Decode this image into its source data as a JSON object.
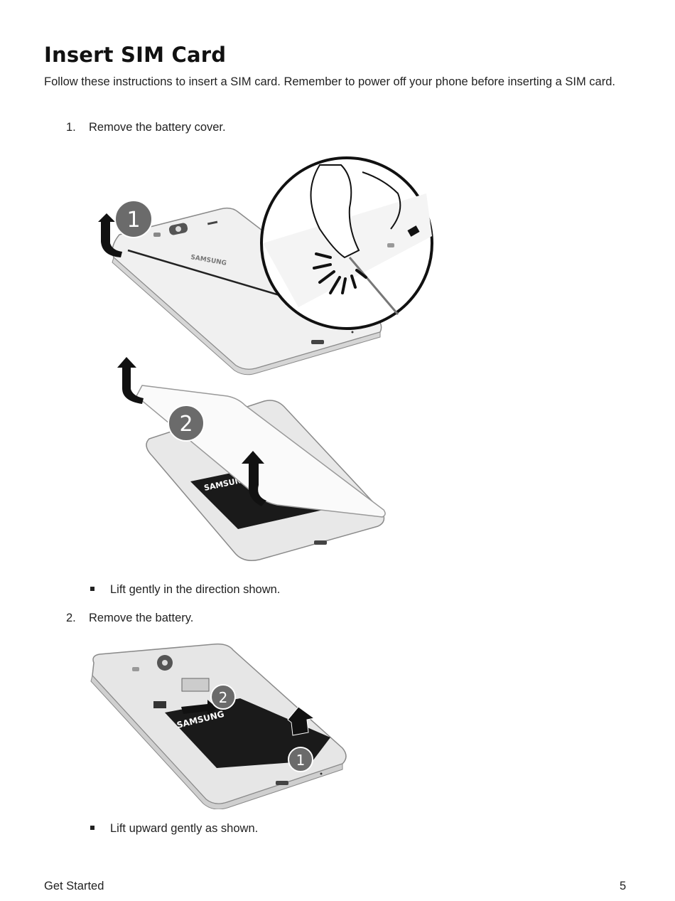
{
  "page": {
    "title": "Insert SIM Card",
    "intro": "Follow these instructions to insert a SIM card. Remember to power off your phone before inserting a SIM card."
  },
  "steps": [
    {
      "number": "1.",
      "text": "Remove the battery cover.",
      "bullet": "Lift gently in the direction shown.",
      "figure": {
        "callouts": [
          "1",
          "2"
        ],
        "brand_text": "SAMSUNG"
      }
    },
    {
      "number": "2.",
      "text": "Remove the battery.",
      "bullet": "Lift upward gently as shown.",
      "figure": {
        "callouts": [
          "2",
          "1"
        ],
        "brand_text": "SAMSUNG"
      }
    }
  ],
  "footer": {
    "section": "Get Started",
    "page_number": "5"
  }
}
